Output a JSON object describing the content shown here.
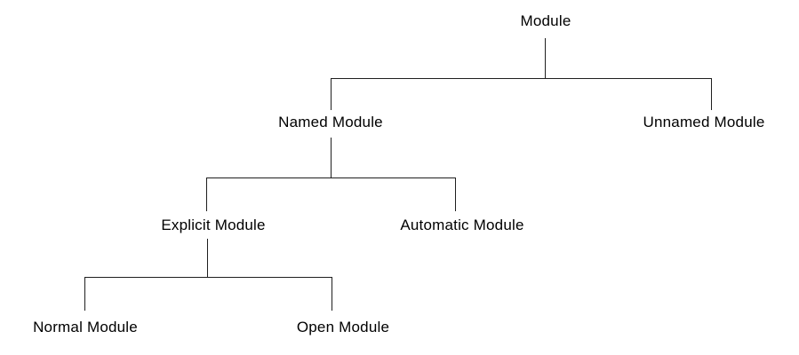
{
  "diagram": {
    "type": "tree",
    "root": "Module",
    "nodes": [
      {
        "id": "module",
        "label": "Module"
      },
      {
        "id": "named-module",
        "label": "Named Module"
      },
      {
        "id": "unnamed-module",
        "label": "Unnamed Module"
      },
      {
        "id": "explicit-module",
        "label": "Explicit Module"
      },
      {
        "id": "automatic-module",
        "label": "Automatic Module"
      },
      {
        "id": "normal-module",
        "label": "Normal Module"
      },
      {
        "id": "open-module",
        "label": "Open Module"
      }
    ],
    "edges": [
      {
        "from": "Module",
        "to": "Named Module"
      },
      {
        "from": "Module",
        "to": "Unnamed Module"
      },
      {
        "from": "Named Module",
        "to": "Explicit Module"
      },
      {
        "from": "Named Module",
        "to": "Automatic Module"
      },
      {
        "from": "Explicit Module",
        "to": "Normal Module"
      },
      {
        "from": "Explicit Module",
        "to": "Open Module"
      }
    ],
    "colors": {
      "background": "#ffffff",
      "text": "#000000",
      "line": "#1f1f1f"
    }
  }
}
